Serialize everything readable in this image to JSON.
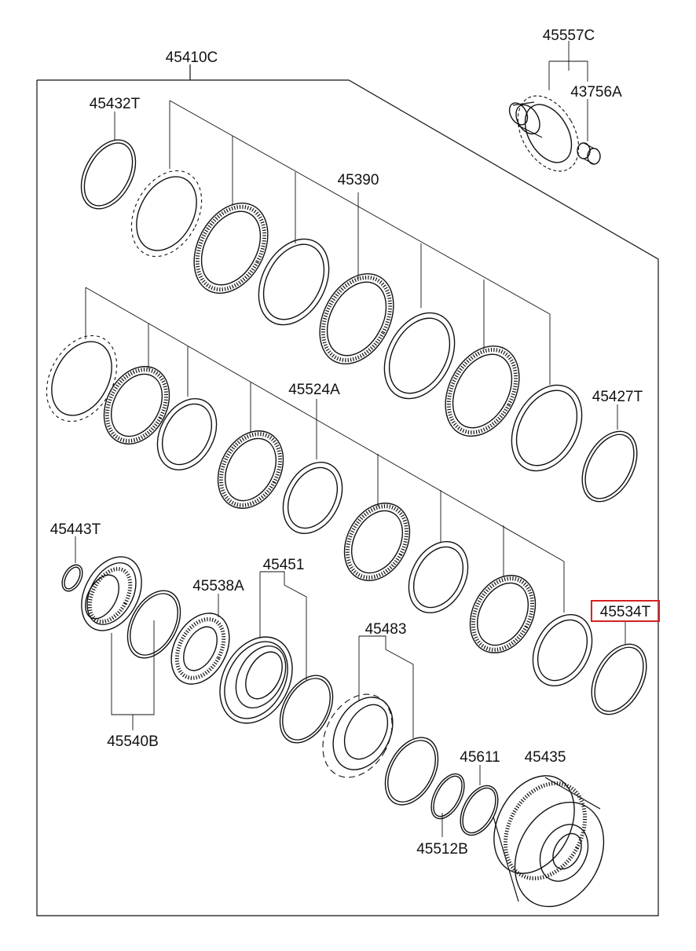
{
  "diagram": {
    "labels": {
      "assembly": "45410C",
      "gear_assy": "45557C",
      "bushing": "43756A",
      "snap_ring_top": "45432T",
      "clutch_pack_upper": "45390",
      "disc_group_middle": "45524A",
      "snap_ring_right": "45427T",
      "snap_ring_left": "45443T",
      "spring_retainer": "45538A",
      "piston": "45451",
      "selected_snap_ring": "45534T",
      "hub": "45483",
      "seal_ring": "45611",
      "retainer": "45435",
      "seal_set": "45540B",
      "seal_ring_small": "45512B"
    },
    "highlighted": "45534T",
    "highlight_color": "#d62020"
  }
}
